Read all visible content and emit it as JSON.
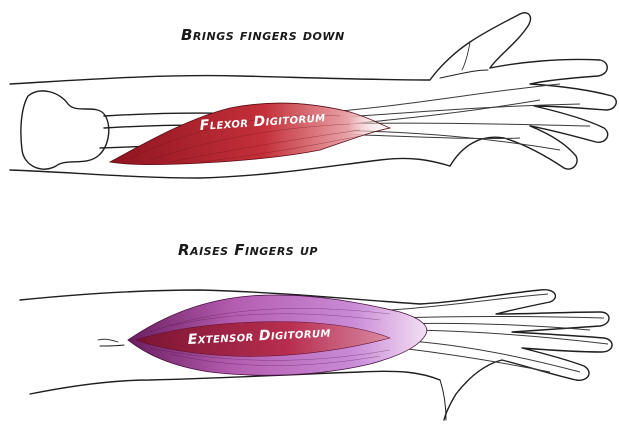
{
  "diagram": {
    "top_panel": {
      "caption": "Brings fingers down",
      "muscle_label": "Flexor Digitorum",
      "muscle_color": "#b3202c"
    },
    "bottom_panel": {
      "caption": "Raises Fingers up",
      "muscle_label": "Extensor Digitorum",
      "muscle_color": "#9a3a8e",
      "muscle_highlight": "#c98ad6",
      "muscle_deep_color": "#a8203a"
    },
    "line_color": "#1f1f1f",
    "background": "#ffffff"
  }
}
